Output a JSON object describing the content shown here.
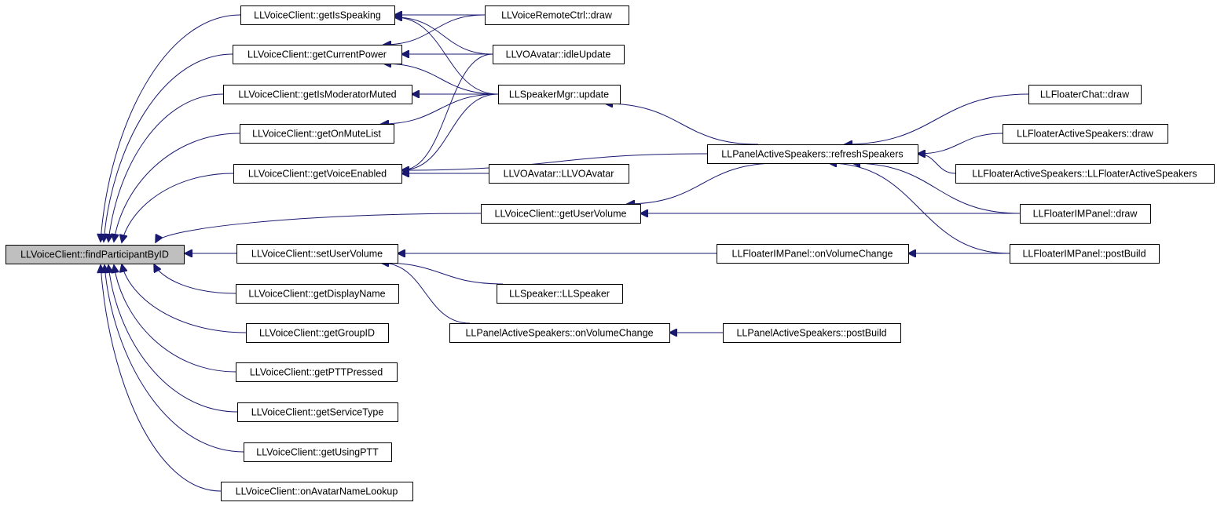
{
  "diagram": {
    "type": "caller-graph",
    "colors": {
      "edge": "#191970",
      "root_fill": "#bfbfbf",
      "node_fill": "#ffffff",
      "border": "#000000"
    },
    "nodes": [
      {
        "id": "root",
        "label": "LLVoiceClient::findParticipantByID",
        "root": true
      },
      {
        "id": "getIsSpeaking",
        "label": "LLVoiceClient::getIsSpeaking"
      },
      {
        "id": "getCurrentPower",
        "label": "LLVoiceClient::getCurrentPower"
      },
      {
        "id": "getIsModeratorMuted",
        "label": "LLVoiceClient::getIsModeratorMuted"
      },
      {
        "id": "getOnMuteList",
        "label": "LLVoiceClient::getOnMuteList"
      },
      {
        "id": "getVoiceEnabled",
        "label": "LLVoiceClient::getVoiceEnabled"
      },
      {
        "id": "getUserVolume",
        "label": "LLVoiceClient::getUserVolume"
      },
      {
        "id": "setUserVolume",
        "label": "LLVoiceClient::setUserVolume"
      },
      {
        "id": "getDisplayName",
        "label": "LLVoiceClient::getDisplayName"
      },
      {
        "id": "getGroupID",
        "label": "LLVoiceClient::getGroupID"
      },
      {
        "id": "getPTTPressed",
        "label": "LLVoiceClient::getPTTPressed"
      },
      {
        "id": "getServiceType",
        "label": "LLVoiceClient::getServiceType"
      },
      {
        "id": "getUsingPTT",
        "label": "LLVoiceClient::getUsingPTT"
      },
      {
        "id": "onAvatarNameLookup",
        "label": "LLVoiceClient::onAvatarNameLookup"
      },
      {
        "id": "remoteCtrlDraw",
        "label": "LLVoiceRemoteCtrl::draw"
      },
      {
        "id": "idleUpdate",
        "label": "LLVOAvatar::idleUpdate"
      },
      {
        "id": "speakerMgrUpdate",
        "label": "LLSpeakerMgr::update"
      },
      {
        "id": "voAvatarCtor",
        "label": "LLVOAvatar::LLVOAvatar"
      },
      {
        "id": "speakerCtor",
        "label": "LLSpeaker::LLSpeaker"
      },
      {
        "id": "pasOnVolumeChange",
        "label": "LLPanelActiveSpeakers::onVolumeChange"
      },
      {
        "id": "refreshSpeakers",
        "label": "LLPanelActiveSpeakers::refreshSpeakers"
      },
      {
        "id": "imOnVolumeChange",
        "label": "LLFloaterIMPanel::onVolumeChange"
      },
      {
        "id": "pasPostBuild",
        "label": "LLPanelActiveSpeakers::postBuild"
      },
      {
        "id": "chatDraw",
        "label": "LLFloaterChat::draw"
      },
      {
        "id": "fasDraw",
        "label": "LLFloaterActiveSpeakers::draw"
      },
      {
        "id": "fasCtor",
        "label": "LLFloaterActiveSpeakers::LLFloaterActiveSpeakers"
      },
      {
        "id": "imDraw",
        "label": "LLFloaterIMPanel::draw"
      },
      {
        "id": "imPostBuild",
        "label": "LLFloaterIMPanel::postBuild"
      }
    ],
    "edges": [
      [
        "getIsSpeaking",
        "root"
      ],
      [
        "getCurrentPower",
        "root"
      ],
      [
        "getIsModeratorMuted",
        "root"
      ],
      [
        "getOnMuteList",
        "root"
      ],
      [
        "getVoiceEnabled",
        "root"
      ],
      [
        "getUserVolume",
        "root"
      ],
      [
        "setUserVolume",
        "root"
      ],
      [
        "getDisplayName",
        "root"
      ],
      [
        "getGroupID",
        "root"
      ],
      [
        "getPTTPressed",
        "root"
      ],
      [
        "getServiceType",
        "root"
      ],
      [
        "getUsingPTT",
        "root"
      ],
      [
        "onAvatarNameLookup",
        "root"
      ],
      [
        "remoteCtrlDraw",
        "getIsSpeaking"
      ],
      [
        "idleUpdate",
        "getIsSpeaking"
      ],
      [
        "speakerMgrUpdate",
        "getIsSpeaking"
      ],
      [
        "remoteCtrlDraw",
        "getCurrentPower"
      ],
      [
        "idleUpdate",
        "getCurrentPower"
      ],
      [
        "speakerMgrUpdate",
        "getCurrentPower"
      ],
      [
        "speakerMgrUpdate",
        "getIsModeratorMuted"
      ],
      [
        "speakerMgrUpdate",
        "getOnMuteList"
      ],
      [
        "voAvatarCtor",
        "getVoiceEnabled"
      ],
      [
        "idleUpdate",
        "getVoiceEnabled"
      ],
      [
        "speakerMgrUpdate",
        "getVoiceEnabled"
      ],
      [
        "refreshSpeakers",
        "getVoiceEnabled"
      ],
      [
        "refreshSpeakers",
        "speakerMgrUpdate"
      ],
      [
        "refreshSpeakers",
        "getUserVolume"
      ],
      [
        "imDraw",
        "getUserVolume"
      ],
      [
        "imOnVolumeChange",
        "setUserVolume"
      ],
      [
        "speakerCtor",
        "setUserVolume"
      ],
      [
        "pasOnVolumeChange",
        "setUserVolume"
      ],
      [
        "imPostBuild",
        "imOnVolumeChange"
      ],
      [
        "pasPostBuild",
        "pasOnVolumeChange"
      ],
      [
        "chatDraw",
        "refreshSpeakers"
      ],
      [
        "fasDraw",
        "refreshSpeakers"
      ],
      [
        "fasCtor",
        "refreshSpeakers"
      ],
      [
        "imDraw",
        "refreshSpeakers"
      ],
      [
        "imPostBuild",
        "refreshSpeakers"
      ]
    ]
  }
}
